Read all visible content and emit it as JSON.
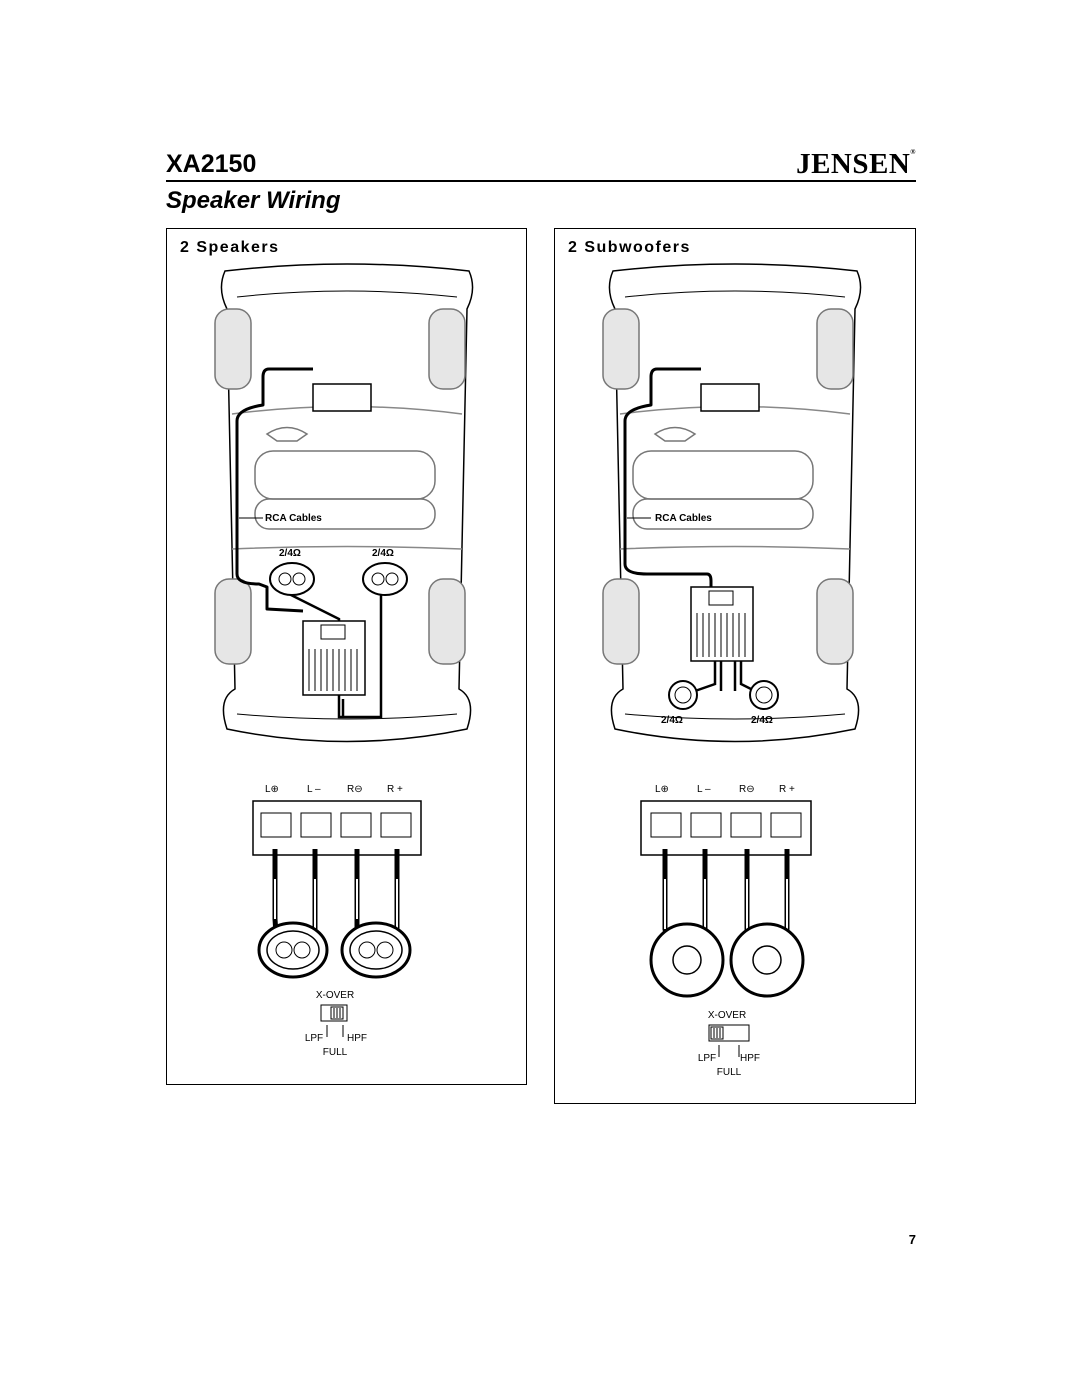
{
  "header": {
    "model": "XA2150",
    "brand": "JENSEN",
    "brand_mark": "®"
  },
  "section_title": "Speaker Wiring",
  "panels": [
    {
      "title": "2 Speakers",
      "rca_label": "RCA Cables",
      "impedance_left": "2/4Ω",
      "impedance_right": "2/4Ω",
      "terminal_labels": [
        "L⊕",
        "L –",
        "R⊖",
        "R +"
      ],
      "xover_label": "X-OVER",
      "xover_lpf": "LPF",
      "xover_hpf": "HPF",
      "xover_full": "FULL",
      "xover_setting": "HPF"
    },
    {
      "title": "2 Subwoofers",
      "rca_label": "RCA Cables",
      "impedance_left": "2/4Ω",
      "impedance_right": "2/4Ω",
      "terminal_labels": [
        "L⊕",
        "L –",
        "R⊖",
        "R +"
      ],
      "xover_label": "X-OVER",
      "xover_lpf": "LPF",
      "xover_hpf": "HPF",
      "xover_full": "FULL",
      "xover_setting": "LPF"
    }
  ],
  "page_number": "7"
}
